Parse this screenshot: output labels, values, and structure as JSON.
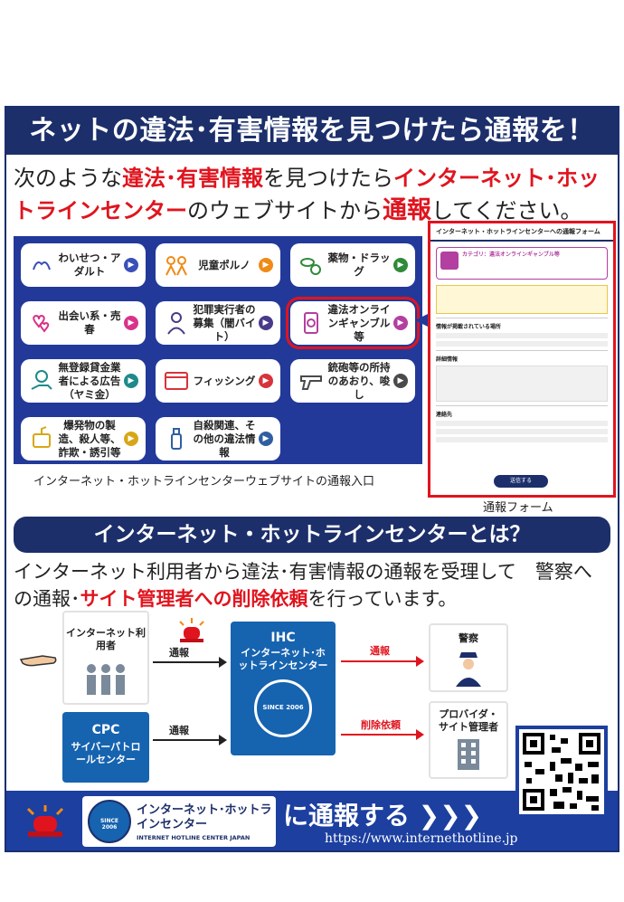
{
  "banner": {
    "title": "ネットの違法･有害情報を見つけたら通報を！"
  },
  "intro": {
    "p1": "次のような",
    "p2": "違法･有害情報",
    "p3": "を見つけたら",
    "p4": "インターネット･ホットラインセンター",
    "p5": "のウェブサイトから",
    "p6": "通報",
    "p7": "してください。"
  },
  "categories": [
    {
      "label": "わいせつ・アダルト",
      "color": "#3a4fb8"
    },
    {
      "label": "児童ポルノ",
      "color": "#f08a16"
    },
    {
      "label": "薬物・ドラッグ",
      "color": "#2f8a3a"
    },
    {
      "label": "出会い系・売春",
      "color": "#d8338a"
    },
    {
      "label": "犯罪実行者の募集（闇バイト）",
      "color": "#4a3a8a"
    },
    {
      "label": "違法オンラインギャンブル等",
      "color": "#b33fa0"
    },
    {
      "label": "無登録貸金業者による広告（ヤミ金）",
      "color": "#1e8a8a"
    },
    {
      "label": "フィッシング",
      "color": "#d8333a"
    },
    {
      "label": "銃砲等の所持のあおり、唆し",
      "color": "#4a4a4a"
    },
    {
      "label": "爆発物の製造、殺人等、詐欺・誘引等",
      "color": "#d8a616"
    },
    {
      "label": "自殺関連、その他の違法情報",
      "color": "#2f5fa0"
    }
  ],
  "caption_left": "インターネット・ホットラインセンターウェブサイトの通報入口",
  "form": {
    "title": "インターネット・ホットラインセンターへの通報フォーム",
    "category": "カテゴリ：違法オンラインギャンブル等",
    "submit": "送信する",
    "section_info": "情報が掲載されている場所",
    "section_detail": "詳細情報",
    "section_contact": "連絡先"
  },
  "caption_right": "通報フォーム",
  "banner2": {
    "title": "インターネット・ホットラインセンターとは？"
  },
  "desc": {
    "p1": "インターネット利用者から違法･有害情報の通報を受理して　警察への通報･",
    "p2": "サイト管理者への削除依頼",
    "p3": "を行っています。"
  },
  "flow": {
    "user": "インターネット利用者",
    "cpc_title": "CPC",
    "cpc_sub": "サイバーパトロールセンター",
    "ihc_title": "IHC",
    "ihc_sub": "インターネット･ホットラインセンター",
    "ihc_seal": "SINCE 2006",
    "police": "警察",
    "provider": "プロバイダ・サイト管理者",
    "arrow_report": "通報",
    "arrow_report2": "通報",
    "arrow_police": "通報",
    "arrow_delete": "削除依頼"
  },
  "footer": {
    "logo_name": "インターネット･ホットラインセンター",
    "logo_en": "INTERNET HOTLINE CENTER JAPAN",
    "logo_seal": "SINCE 2006",
    "callout": "に通報する ❯❯❯",
    "url": "https://www.internethotline.jp"
  },
  "colors": {
    "navy": "#1c2f6b",
    "red": "#e0141e",
    "blue": "#1663b0"
  }
}
